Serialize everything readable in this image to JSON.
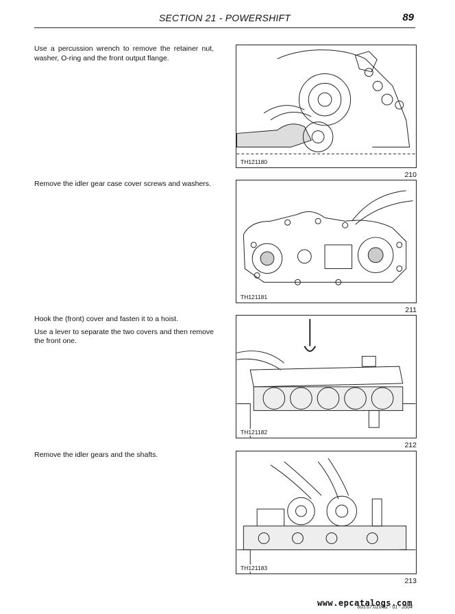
{
  "header": {
    "section": "SECTION 21 -  POWERSHIFT",
    "page_number": "89"
  },
  "steps": [
    {
      "paragraphs": [
        "Use a percussion wrench to remove the retainer nut, washer, O-ring and the front output flange."
      ],
      "figure_code": "TH121180",
      "figure_number": "210"
    },
    {
      "paragraphs": [
        "Remove the idler gear case cover screws and washers."
      ],
      "figure_code": "TH121181",
      "figure_number": "211"
    },
    {
      "paragraphs": [
        "Hook the (front) cover and fasten it to a hoist.",
        "Use a lever to separate the two covers and then remove the front one."
      ],
      "figure_code": "TH121182",
      "figure_number": "212"
    },
    {
      "paragraphs": [
        "Remove the idler gears and the shafts."
      ],
      "figure_code": "TH121183",
      "figure_number": "213"
    }
  ],
  "footer": {
    "site": "www.epcatalogs.com",
    "doc_code": "603.67.010.02 - 01 - 2004"
  }
}
